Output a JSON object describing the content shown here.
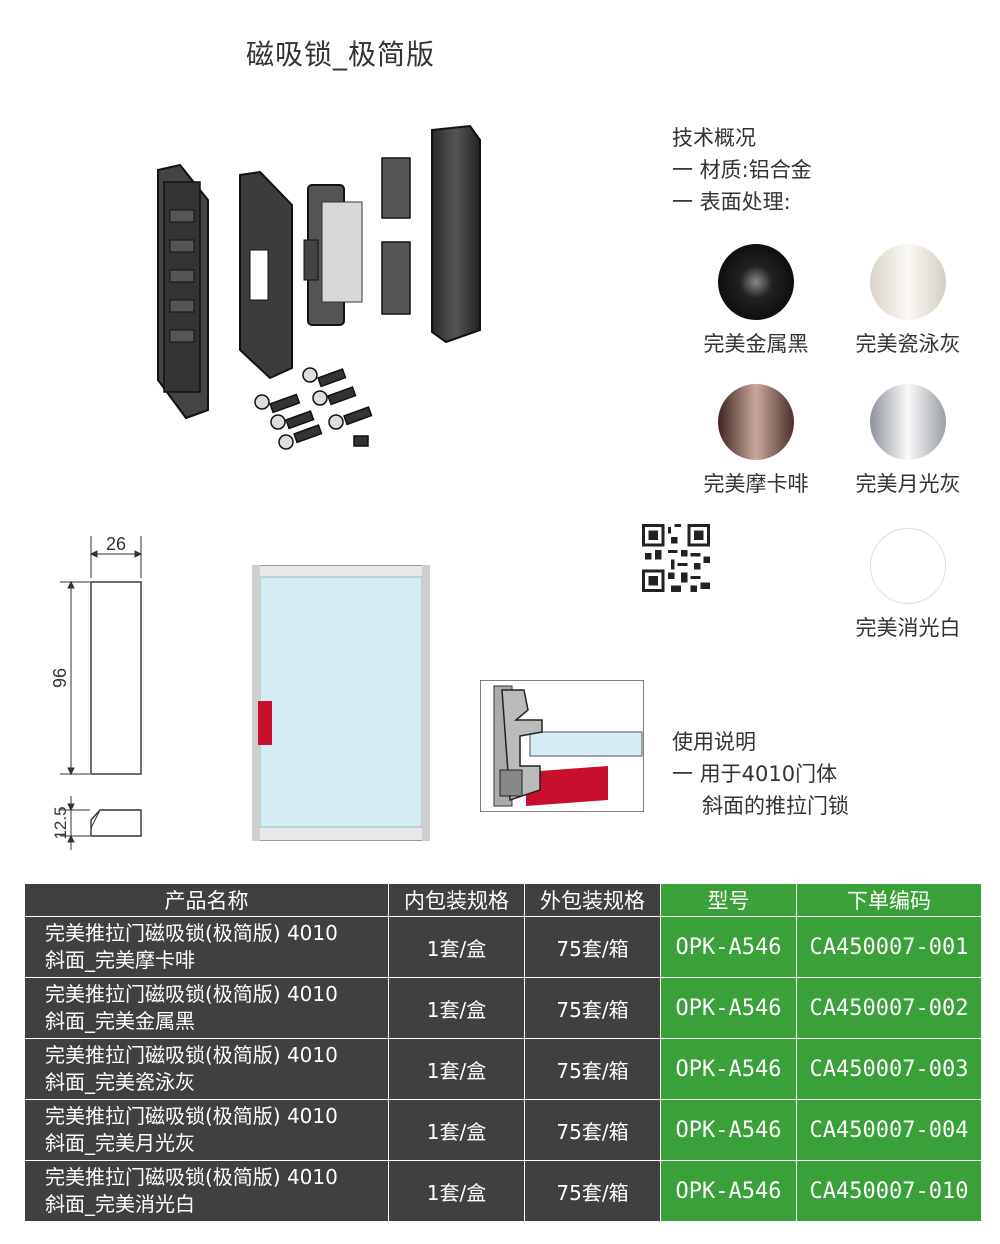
{
  "page_title": "磁吸锁_极简版",
  "spec": {
    "heading": "技术概况",
    "material": "一 材质:铝合金",
    "surface": "一 表面处理:"
  },
  "swatches": [
    {
      "label": "完美金属黑",
      "color": "#1a1a1a"
    },
    {
      "label": "完美瓷泳灰",
      "color": "#e8e4dc"
    },
    {
      "label": "完美摩卡啡",
      "color": "#6e4a40"
    },
    {
      "label": "完美月光灰",
      "color": "#b8bcc4"
    },
    {
      "label": "完美消光白",
      "color": "#ffffff"
    }
  ],
  "dimensions": {
    "width": "26",
    "height": "96",
    "depth": "12.5"
  },
  "usage": {
    "heading": "使用说明",
    "line1": "一 用于4010门体",
    "line2": "斜面的推拉门锁"
  },
  "table": {
    "headers": [
      "产品名称",
      "内包装规格",
      "外包装规格",
      "型号",
      "下单编码"
    ],
    "rows": [
      {
        "name1": "完美推拉门磁吸锁(极简版) 4010",
        "name2": "斜面_完美摩卡啡",
        "inner": "1套/盒",
        "outer": "75套/箱",
        "model": "OPK-A546",
        "code": "CA450007-001"
      },
      {
        "name1": "完美推拉门磁吸锁(极简版) 4010",
        "name2": "斜面_完美金属黑",
        "inner": "1套/盒",
        "outer": "75套/箱",
        "model": "OPK-A546",
        "code": "CA450007-002"
      },
      {
        "name1": "完美推拉门磁吸锁(极简版) 4010",
        "name2": "斜面_完美瓷泳灰",
        "inner": "1套/盒",
        "outer": "75套/箱",
        "model": "OPK-A546",
        "code": "CA450007-003"
      },
      {
        "name1": "完美推拉门磁吸锁(极简版) 4010",
        "name2": "斜面_完美月光灰",
        "inner": "1套/盒",
        "outer": "75套/箱",
        "model": "OPK-A546",
        "code": "CA450007-004"
      },
      {
        "name1": "完美推拉门磁吸锁(极简版) 4010",
        "name2": "斜面_完美消光白",
        "inner": "1套/盒",
        "outer": "75套/箱",
        "model": "OPK-A546",
        "code": "CA450007-010"
      }
    ]
  },
  "colors": {
    "header_dark": "#404040",
    "header_green": "#3aa03a",
    "accent_red": "#c8102e",
    "glass": "#d6ecf4"
  }
}
